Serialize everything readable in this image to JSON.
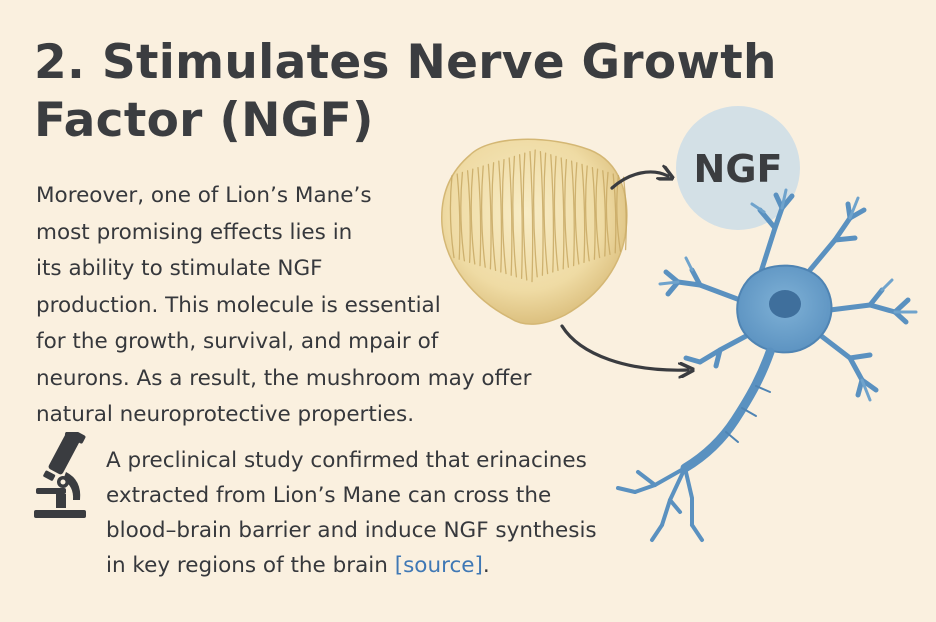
{
  "title_lines": [
    "2. Stimulates Nerve Growth",
    "Factor (NGF)"
  ],
  "body_lines": [
    "Moreover, one of Lion’s Mane’s",
    "most promising effects lies in",
    "its ability to stimulate NGF",
    "production. This molecule is essential",
    "for the growth, survival, and mpair of",
    "neurons. As a result, the mushroom may offer",
    "natural neuroprotective properties."
  ],
  "note": {
    "lines": [
      "A preclinical study confirmed that erinacines",
      "extracted from Lion’s Mane can cross the",
      "blood–brain barrier and induce NGF synthesis"
    ],
    "last_line_before": "in key regions of the brain ",
    "link_text": "[source]",
    "last_line_after": "."
  },
  "illustration": {
    "ngf_label": "NGF",
    "icons": {
      "microscope": "microscope-icon",
      "mushroom": "lions-mane-mushroom-illustration",
      "neuron": "neuron-illustration"
    }
  },
  "colors": {
    "background": "#faf0df",
    "text": "#36383c",
    "link": "#3f78b5",
    "ngf_circle": "#d3e0e6",
    "neuron": "#6fa3cc",
    "mushroom": "#f0dfae"
  }
}
